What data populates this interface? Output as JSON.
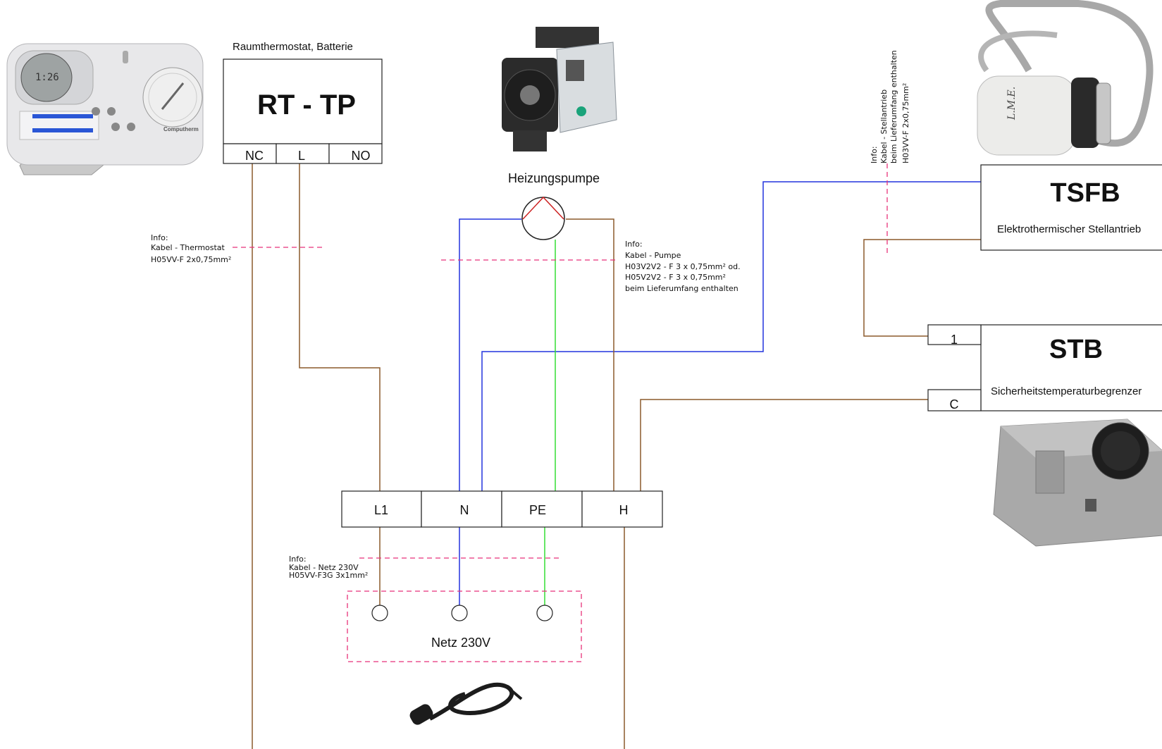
{
  "thermostat": {
    "title": "Raumthermostat, Batterie",
    "name": "RT - TP",
    "terminals": [
      "NC",
      "L",
      "NO"
    ],
    "photo_brand": "Computherm"
  },
  "pump": {
    "label": "Heizungspumpe"
  },
  "actuator": {
    "name": "TSFB",
    "desc": "Elektrothermischer Stellantrieb",
    "photo_brand": "L.M.E."
  },
  "stb": {
    "name": "STB",
    "desc": "Sicherheitstemperaturbegrenzer",
    "terminals": [
      "1",
      "C"
    ]
  },
  "terminal_block": [
    "L1",
    "N",
    "PE",
    "H"
  ],
  "netz": {
    "label": "Netz 230V"
  },
  "info": {
    "thermostat": [
      "Info:",
      "Kabel - Thermostat",
      "H05VV-F 2x0,75mm²"
    ],
    "pump": [
      "Info:",
      "Kabel - Pumpe",
      "H03V2V2 - F 3 x 0,75mm² od.",
      "H05V2V2 - F 3 x 0,75mm²",
      "beim Lieferumfang enthalten"
    ],
    "actuator": [
      "Info:",
      "Kabel - Stellantrieb",
      "beim Lieferumfang enthalten",
      "H03VV-F 2x0,75mm²"
    ],
    "netz": [
      "Info:",
      "Kabel - Netz 230V",
      "H05VV-F3G 3x1mm²"
    ]
  },
  "colors": {
    "brown": "#8B5A2B",
    "blue": "#2233DD",
    "green": "#33DD33",
    "red": "#CC2222",
    "pink": "#E8327A"
  }
}
